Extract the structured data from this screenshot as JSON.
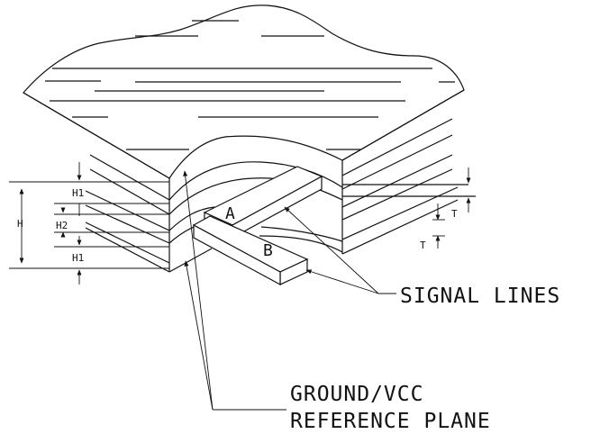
{
  "labels": {
    "signal_lines": "SIGNAL LINES",
    "ref_line1": "GROUND/VCC",
    "ref_line2": "REFERENCE PLANE",
    "trace_a": "A",
    "trace_b": "B",
    "dim_h": "H",
    "dim_h1_top": "H1",
    "dim_h2": "H2",
    "dim_h1_bottom": "H1",
    "dim_t_top": "T",
    "dim_t_bottom": "T"
  }
}
